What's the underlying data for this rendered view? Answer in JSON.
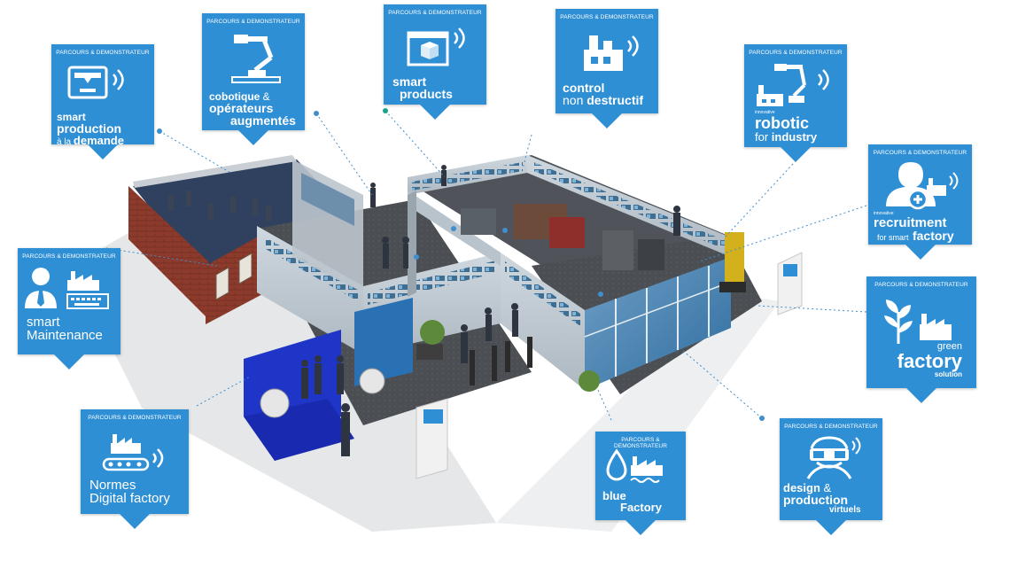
{
  "header_text": "PARCOURS & DEMONSTRATEUR",
  "callouts": [
    {
      "id": "smart-production",
      "line1": "smart",
      "line2": "production",
      "line3a": "à la",
      "line3b": "demande",
      "icon": "3d-printer-icon"
    },
    {
      "id": "cobotique",
      "line1a": "cobotique",
      "line1b": "&",
      "line2": "opérateurs",
      "line3": "augmentés",
      "icon": "robot-arm-icon"
    },
    {
      "id": "smart-products",
      "line1": "smart",
      "line2": "products",
      "icon": "smart-box-icon"
    },
    {
      "id": "control",
      "line1": "control",
      "line2a": "non",
      "line2b": "destructif",
      "icon": "factory-icon"
    },
    {
      "id": "robotic",
      "small": "innovative",
      "line1": "robotic",
      "line2a": "for",
      "line2b": "industry",
      "icon": "robot-factory-icon"
    },
    {
      "id": "recruitment",
      "small": "innovative",
      "line1": "recruitment",
      "line2a": "for smart",
      "line2b": "factory",
      "icon": "person-factory-icon"
    },
    {
      "id": "green-factory",
      "line1": "green",
      "line2": "factory",
      "line3": "solution",
      "icon": "leaf-factory-icon"
    },
    {
      "id": "design-production",
      "line1a": "design",
      "line1b": "&",
      "line2": "production",
      "line3": "virtuels",
      "icon": "vr-headset-icon"
    },
    {
      "id": "blue-factory",
      "line1": "blue",
      "line2": "Factory",
      "icon": "water-factory-icon"
    },
    {
      "id": "normes",
      "line1": "Normes",
      "line2": "Digital factory",
      "icon": "conveyor-icon"
    },
    {
      "id": "smart-maintenance",
      "line1": "smart",
      "line2": "Maintenance",
      "icon": "technician-icon"
    }
  ],
  "floor_plan": {
    "icon": "exhibition-floor-plan"
  }
}
